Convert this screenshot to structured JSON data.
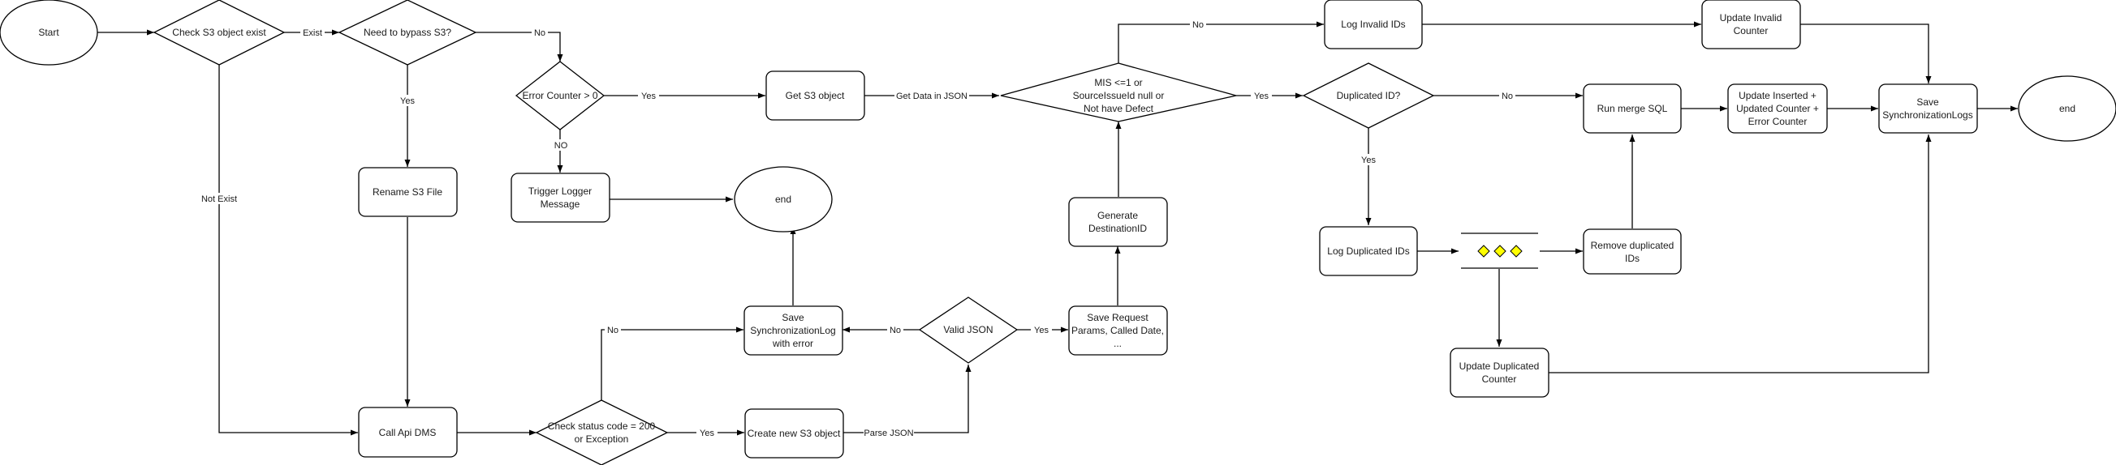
{
  "nodes": {
    "start": "Start",
    "check_s3": "Check S3 object exist",
    "bypass": "Need to bypass S3?",
    "error_counter": "Error Counter > 0",
    "get_s3": "Get S3 object",
    "mis": [
      "MIS <=1 or",
      "SourceIssueId null or",
      "Not have Defect"
    ],
    "log_invalid": "Log Invalid IDs",
    "update_invalid": [
      "Update Invalid",
      "Counter"
    ],
    "rename_s3": "Rename S3 File",
    "trigger_logger": [
      "Trigger Logger",
      "Message"
    ],
    "end_mid": "end",
    "gen_dest": [
      "Generate",
      "DestinationID"
    ],
    "dup_id": "Duplicated ID?",
    "run_merge": "Run merge SQL",
    "update_inserted": [
      "Update Inserted +",
      "Updated Counter +",
      "Error Counter"
    ],
    "save_sync_logs": [
      "Save",
      "SynchronizationLogs"
    ],
    "end_right": "end",
    "log_dup": "Log Duplicated IDs",
    "remove_dup": [
      "Remove duplicated",
      "IDs"
    ],
    "save_sync_err": [
      "Save",
      "SynchronizationLog",
      "with error"
    ],
    "valid_json": "Valid JSON",
    "save_request": [
      "Save Request",
      "Params, Called Date,",
      "..."
    ],
    "update_dup_counter": [
      "Update Duplicated",
      "Counter"
    ],
    "call_api": "Call Api DMS",
    "check_status": [
      "Check status code = 200",
      "or Exception"
    ],
    "create_s3": "Create new S3 object"
  },
  "edge_labels": {
    "exist": "Exist",
    "no_top": "No",
    "yes_bypass": "Yes",
    "not_exist": "Not Exist",
    "yes_err": "Yes",
    "no_err": "NO",
    "get_json": "Get Data in JSON",
    "no_mis": "No",
    "yes_mis": "Yes",
    "no_dup": "No",
    "yes_dup": "Yes",
    "no_valid": "No",
    "yes_valid": "Yes",
    "no_status": "No",
    "yes_status": "Yes",
    "parse_json": "Parse JSON"
  },
  "colors": {
    "stroke": "#000000",
    "fill": "#ffffff",
    "parallel_marker": "#ffff00"
  }
}
